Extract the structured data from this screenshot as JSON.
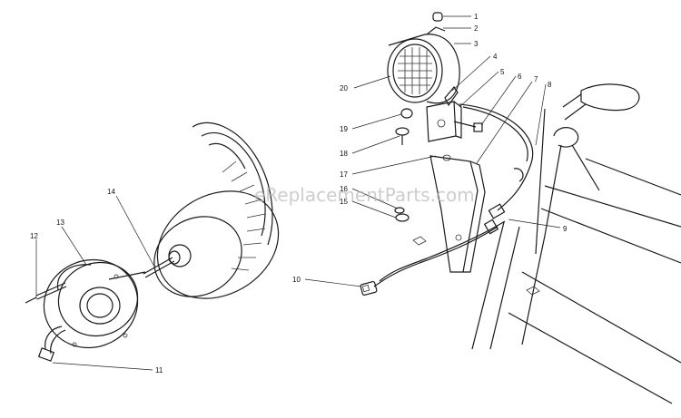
{
  "watermark": "eReplacementParts.com",
  "callouts": [
    {
      "id": "1",
      "label": "1"
    },
    {
      "id": "2",
      "label": "2"
    },
    {
      "id": "3",
      "label": "3"
    },
    {
      "id": "4",
      "label": "4"
    },
    {
      "id": "5",
      "label": "5"
    },
    {
      "id": "6",
      "label": "6"
    },
    {
      "id": "7",
      "label": "7"
    },
    {
      "id": "8",
      "label": "8"
    },
    {
      "id": "9",
      "label": "9"
    },
    {
      "id": "10",
      "label": "10"
    },
    {
      "id": "11",
      "label": "11"
    },
    {
      "id": "12",
      "label": "12"
    },
    {
      "id": "13",
      "label": "13"
    },
    {
      "id": "14",
      "label": "14"
    },
    {
      "id": "15",
      "label": "15"
    },
    {
      "id": "16",
      "label": "16"
    },
    {
      "id": "17",
      "label": "17"
    },
    {
      "id": "18",
      "label": "18"
    },
    {
      "id": "19",
      "label": "19"
    },
    {
      "id": "20",
      "label": "20"
    }
  ]
}
